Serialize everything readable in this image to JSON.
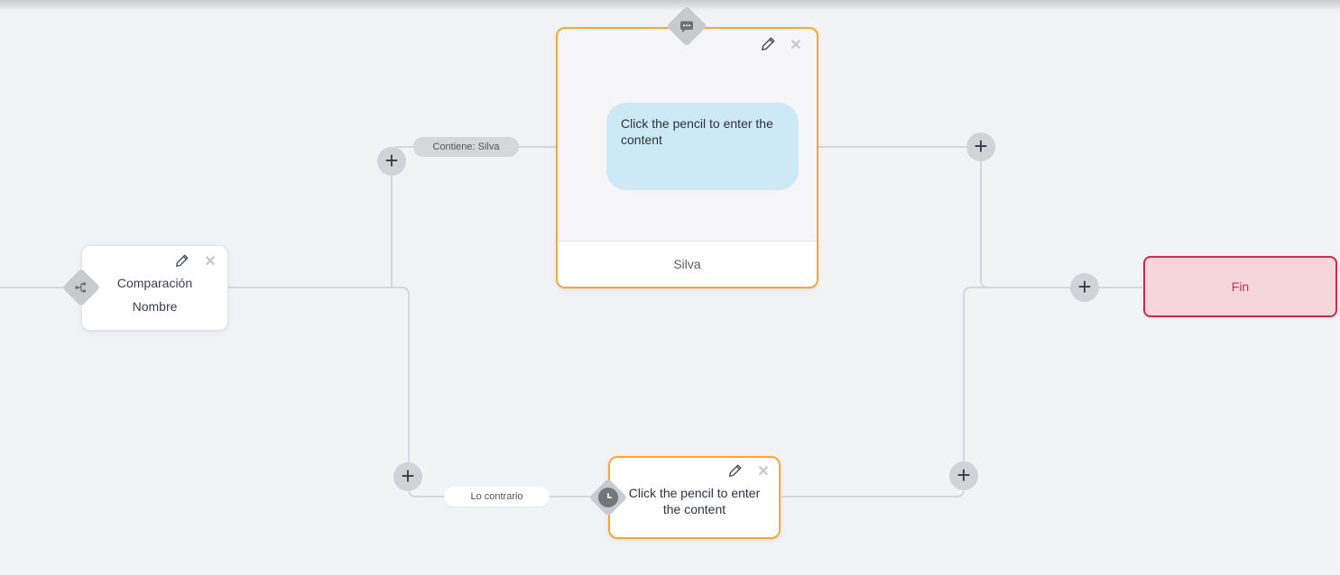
{
  "theme": {
    "background": "#f2f3f5",
    "wire_color": "#d6d7db",
    "node_accent_orange": "#f7a53c",
    "end_accent_red": "#c3304e",
    "bubble_blue": "#cde9f6",
    "handle_gray": "#c9cad0"
  },
  "flow": {
    "condition_node": {
      "title_line1": "Comparación",
      "title_line2": "Nombre",
      "type_icon": "branch-icon"
    },
    "message_node": {
      "bubble_text": "Click the pencil to enter the content",
      "footer_label": "Silva",
      "type_icon": "chat-bubble-icon"
    },
    "delay_node": {
      "text": "Click the pencil to enter the content",
      "type_icon": "clock-icon"
    },
    "end_node": {
      "label": "Fin"
    },
    "edge_labels": {
      "match": "Contiene: Silva",
      "otherwise": "Lo contrario"
    }
  },
  "controls": {
    "add_glyph": "+",
    "close_glyph": "✕"
  }
}
